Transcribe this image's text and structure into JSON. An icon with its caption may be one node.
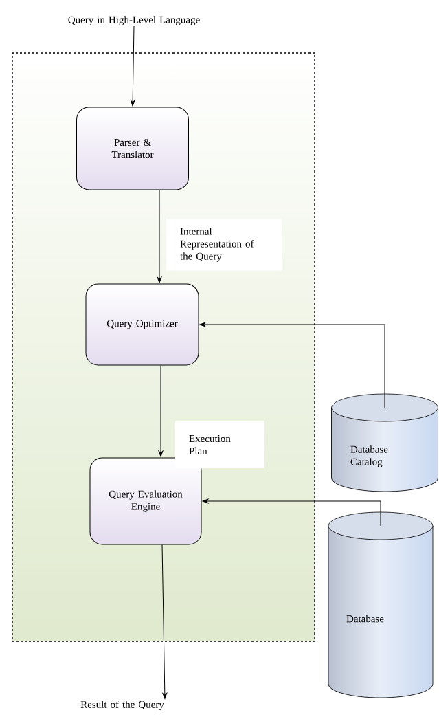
{
  "diagram": {
    "nodes": [
      {
        "text": [],
        "shape": "box"
      },
      {
        "text": [
          "Query in High-Level Language"
        ]
      },
      {
        "text": [
          "Parser & Translator"
        ],
        "in": 0
      },
      {
        "text": [
          "Query Optimizer"
        ],
        "in": 0
      },
      {
        "text": [
          "Query Evaluation Engine"
        ],
        "in": 0
      },
      {
        "text": [
          "Database Catalog"
        ]
      },
      {
        "text": [
          "Database"
        ]
      },
      {
        "text": [
          "Result of the Query"
        ]
      }
    ],
    "edges": [
      {
        "from": 1,
        "to": 2,
        "arrow": "to"
      },
      {
        "from": 2,
        "to": 3,
        "arrow": "to",
        "label": "Internal Representation of the Query"
      },
      {
        "from": 3,
        "to": 4,
        "arrow": "to",
        "label": "Execution Plan"
      },
      {
        "from": 5,
        "to": 3,
        "arrow": "to"
      },
      {
        "from": 6,
        "to": 4,
        "arrow": "to"
      },
      {
        "from": 4,
        "to": 7,
        "arrow": "to"
      }
    ]
  }
}
